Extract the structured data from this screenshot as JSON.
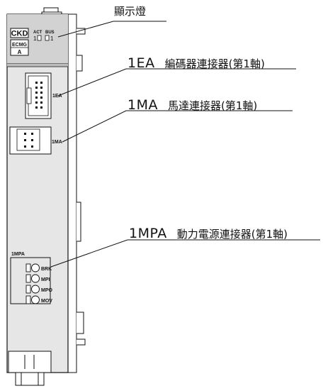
{
  "module": {
    "brand": "CKD",
    "model_line1": "ECMG",
    "model_line2": "A",
    "led_act_label": "ACT",
    "led_act_num": "1",
    "led_bus_label": "BUS",
    "led_bus_num": "1",
    "port_1ea": "1EA",
    "port_1ma": "1MA",
    "port_1mpa": "1MPA",
    "pins": [
      "BRK",
      "MPI",
      "MPO",
      "MOV"
    ]
  },
  "callouts": {
    "display": "顯示燈",
    "ea_code": "1EA",
    "ea_desc": "編碼器連接器(第1軸)",
    "ma_code": "1MA",
    "ma_desc": "馬達連接器(第1軸)",
    "mpa_code": "1MPA",
    "mpa_desc": "動力電源連接器(第1軸)"
  },
  "colors": {
    "body": "#e6e6e6",
    "line": "#111111",
    "header_band": "#d2d2d2"
  }
}
